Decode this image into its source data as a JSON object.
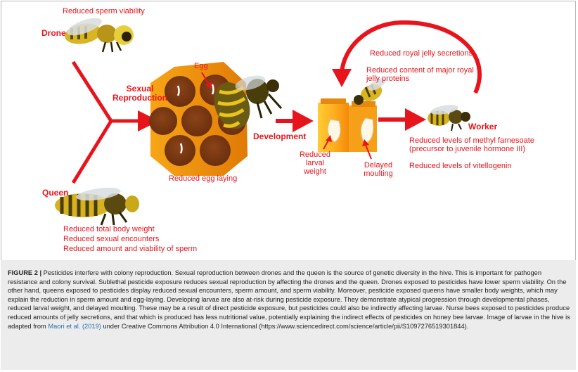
{
  "diagram": {
    "drone_effect": "Reduced sperm viability",
    "drone": "Drone",
    "sexual_reproduction_line1": "Sexual",
    "sexual_reproduction_line2": "Reproduction",
    "egg": "Egg",
    "egg_laying_effect": "Reduced egg laying",
    "development": "Development",
    "royal_jelly_secretions": "Reduced royal jelly secretions",
    "royal_jelly_proteins": "Reduced content of major royal jelly proteins",
    "larval_weight": "Reduced larval weight",
    "delayed_moulting": "Delayed moulting",
    "worker": "Worker",
    "methyl_farnesoate": "Reduced levels of methyl farnesoate (precursor to juvenile hormone III)",
    "vitellogenin": "Reduced levels of vitellogenin",
    "queen": "Queen",
    "queen_effects": [
      "Reduced total body weight",
      "Reduced sexual encounters",
      "Reduced amount and viability of sperm"
    ]
  },
  "caption": {
    "label": "FIGURE 2 |",
    "text": "Pesticides interfere with colony reproduction. Sexual reproduction between drones and the queen is the source of genetic diversity in the hive. This is important for pathogen resistance and colony survival. Sublethal pesticide exposure reduces sexual reproduction by affecting the drones and the queen. Drones exposed to pesticides have lower sperm viability. On the other hand, queens exposed to pesticides display reduced sexual encounters, sperm amount, and sperm viability. Moreover, pesticide exposed queens have smaller body weights, which may explain the reduction in sperm amount and egg-laying. Developing larvae are also at-risk during pesticide exposure. They demonstrate atypical progression through developmental phases, reduced larval weight, and delayed moulting. These may be a result of direct pesticide exposure, but pesticides could also be indirectly affecting larvae. Nurse bees exposed to pesticides produce reduced amounts of jelly secretions, and that which is produced has less nutritional value, potentially explaining the indirect effects of pesticides on honey bee larvae. Image of larvae in the hive is adapted from",
    "citation": "Maori et al. (2019)",
    "license": "under Creative Commons Attribution 4.0 International (https://www.sciencedirect.com/science/article/pii/S1097276519301844)."
  },
  "colors": {
    "label_red": "#e8141c",
    "honeycomb_orange": "#f7a516",
    "cell_brown": "#6b2f0e",
    "caption_background": "#ececec"
  }
}
